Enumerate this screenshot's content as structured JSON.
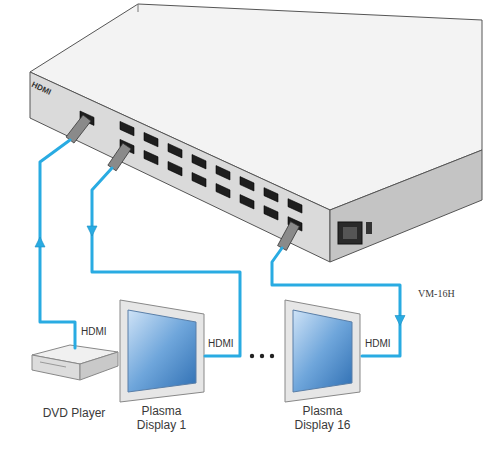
{
  "diagram": {
    "nodes": [
      {
        "text": [
          "VM-16H"
        ]
      },
      {
        "text": [
          "DVD Player"
        ]
      },
      {
        "text": [
          "Plasma Display 1"
        ]
      },
      {
        "text": [
          "Plasma Display 16"
        ]
      }
    ],
    "edges": [
      {
        "from": 1,
        "to": 0,
        "label": "HDMI",
        "arrow": "to"
      },
      {
        "from": 0,
        "to": 2,
        "label": "HDMI",
        "arrow": "to"
      },
      {
        "from": 0,
        "to": 3,
        "label": "HDMI",
        "arrow": "to"
      }
    ],
    "labels": [
      "HDMI"
    ]
  }
}
